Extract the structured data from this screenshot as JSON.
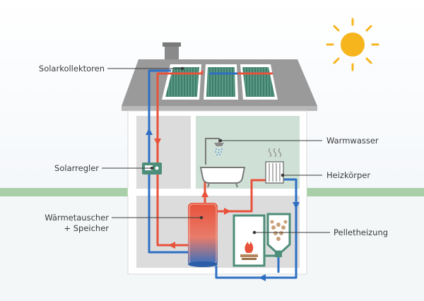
{
  "labels": {
    "solarkollektoren": "Solarkollektoren",
    "solarregler": "Solarregler",
    "waermetauscher_line1": "Wärmetauscher",
    "waermetauscher_line2": "+ Speicher",
    "warmwasser": "Warmwasser",
    "heizkoerper": "Heizkörper",
    "pelletheizung": "Pelletheizung"
  },
  "colors": {
    "hot_pipe": "#e8513a",
    "cold_pipe": "#2e6fc4",
    "sun": "#f6b51c",
    "ground": "#a9cfa8",
    "roof": "#9a9a9a",
    "wall": "#ffffff",
    "room": "#dcdcdc",
    "bathroom": "#cfe1d6",
    "collector": "#4d8e7a",
    "flame": "#e8513a"
  }
}
